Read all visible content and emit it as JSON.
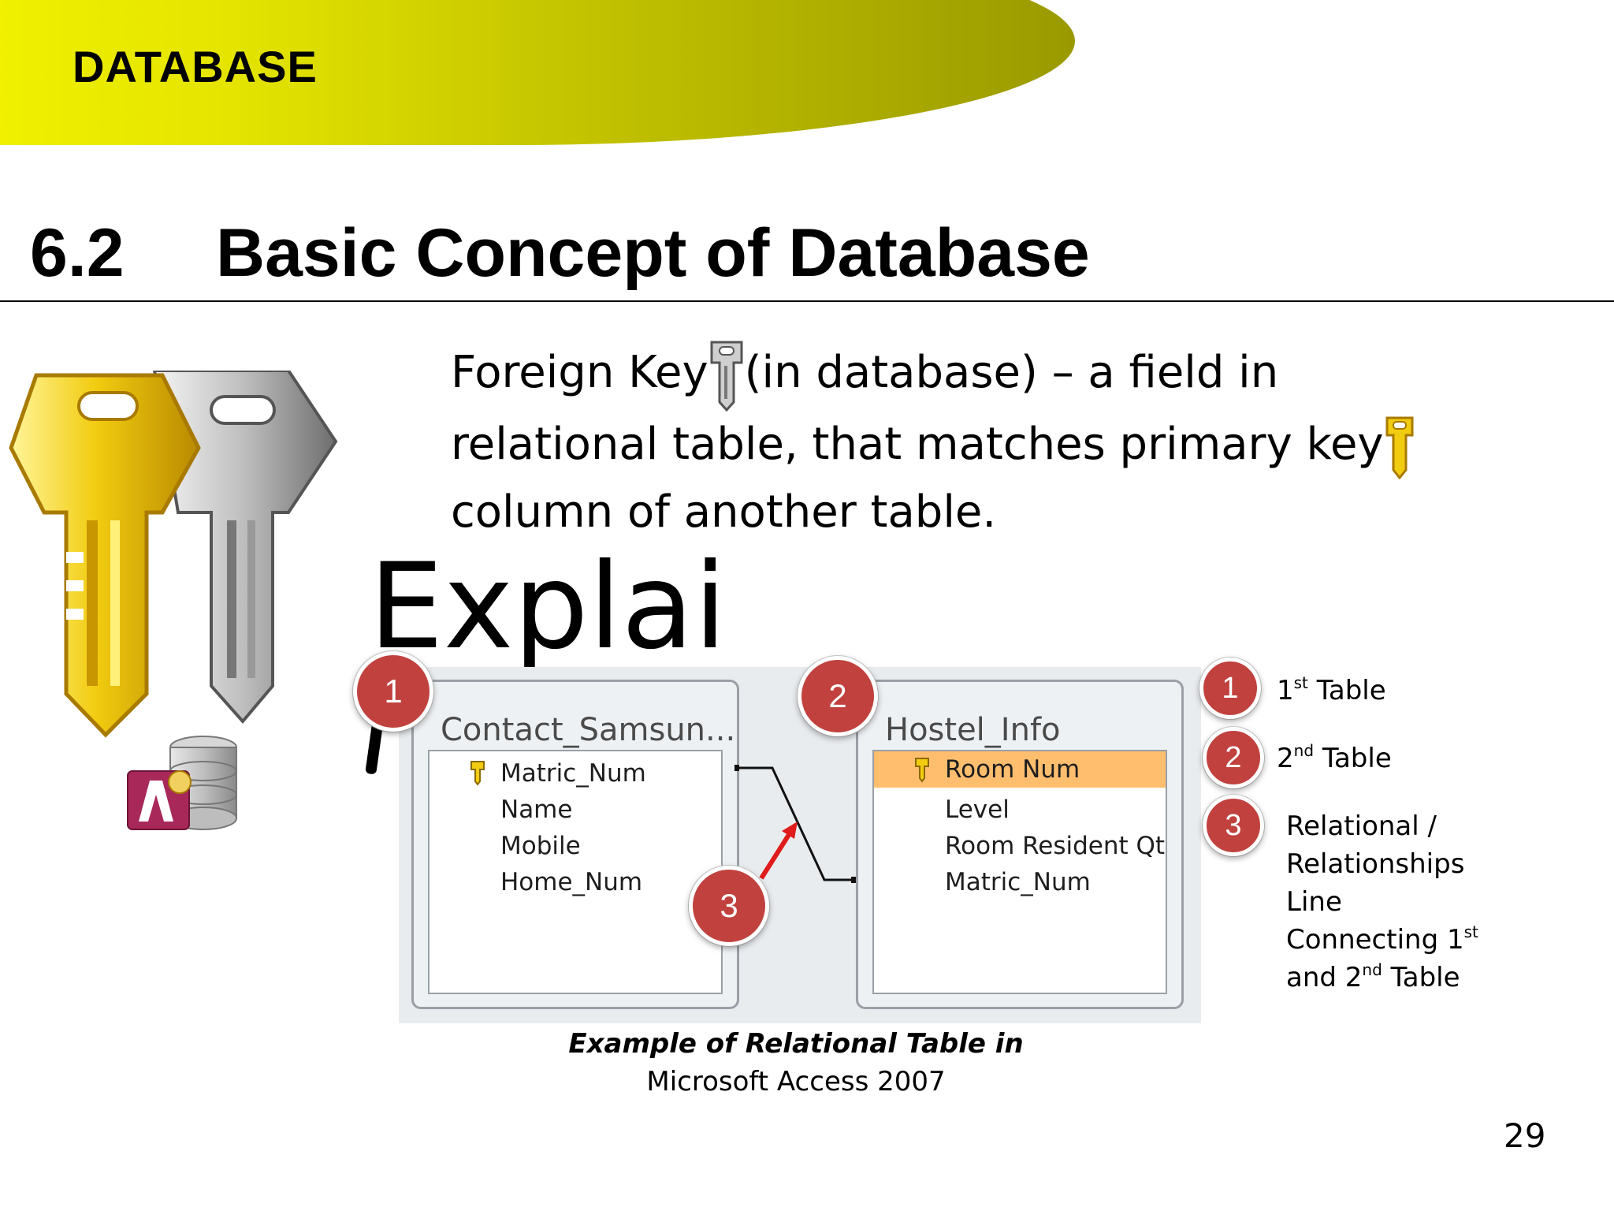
{
  "header": {
    "section_label": "DATABASE",
    "title_number": "6.2",
    "title_text": "Basic Concept of Database"
  },
  "definition": {
    "part1": "Foreign Key",
    "part2": "(in database) – a field in relational table, that matches primary key",
    "part3": "column of another table."
  },
  "explain_text": "Explai",
  "diagram": {
    "table1": {
      "title": "Contact_Samsun...",
      "fields": [
        "Matric_Num",
        "Name",
        "Mobile",
        "Home_Num"
      ]
    },
    "table2": {
      "title": "Hostel_Info",
      "fields": [
        "Room Num",
        "Level",
        "Room Resident Qty",
        "Matric_Num"
      ]
    },
    "markers": [
      "1",
      "2",
      "3"
    ]
  },
  "legend": {
    "item1_num": "1",
    "item1_pre": "1",
    "item1_sup": "st",
    "item1_post": " Table",
    "item2_num": "2",
    "item2_pre": "2",
    "item2_sup": "nd",
    "item2_post": "  Table",
    "item3_num": "3",
    "item3_line1": "Relational /",
    "item3_line2": "Relationships",
    "item3_line3": "Line",
    "item3_line4_pre": "Connecting 1",
    "item3_line4_sup": "st",
    "item3_line5_pre": "and 2",
    "item3_line5_sup": "nd",
    "item3_line5_post": " Table"
  },
  "caption": {
    "line1": "Example of Relational Table in",
    "line2": "Microsoft Access 2007"
  },
  "page_number": "29",
  "colors": {
    "banner_start": "#f2f200",
    "banner_end": "#9a9a00",
    "marker_red": "#c0413e",
    "highlight_orange": "#ffbe6e"
  }
}
